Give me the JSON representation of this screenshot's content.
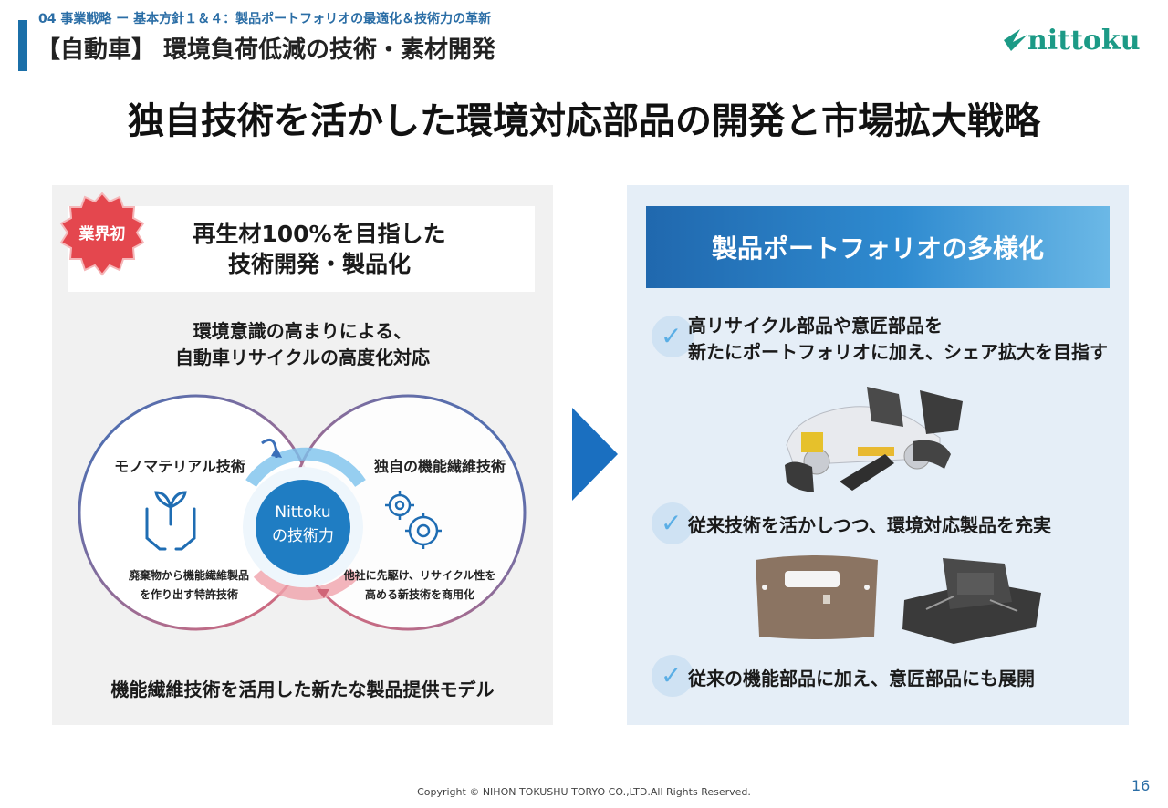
{
  "header": {
    "breadcrumb": "04 事業戦略 ー 基本方針１＆４：製品ポートフォリオの最適化＆技術力の革新",
    "section_title": "【自動車】 環境負荷低減の技術・素材開発",
    "logo_text": "nittoku",
    "headline": "独自技術を活かした環境対応部品の開発と市場拡大戦略"
  },
  "left_panel": {
    "badge": "業界初",
    "title_line1": "再生材100%を目指した",
    "title_line2": "技術開発・製品化",
    "awareness_line1": "環境意識の高まりによる、",
    "awareness_line2": "自動車リサイクルの高度化対応",
    "venn_left_title": "モノマテリアル技術",
    "venn_left_icon": "plant-in-hands-icon",
    "venn_left_desc1": "廃棄物から機能繊維製品",
    "venn_left_desc2": "を作り出す特許技術",
    "venn_right_title": "独自の機能繊維技術",
    "venn_right_icon": "gears-icon",
    "venn_right_desc1": "他社に先駆け、リサイクル性を",
    "venn_right_desc2": "高める新技術を商用化",
    "center_line1": "Nittoku",
    "center_line2": "の技術力",
    "model_text": "機能繊維技術を活用した新たな製品提供モデル"
  },
  "right_panel": {
    "header": "製品ポートフォリオの多様化",
    "bullet1_line1": "高リサイクル部品や意匠部品を",
    "bullet1_line2": "新たにポートフォリオに加え、シェア拡大を目指す",
    "bullet2": "従来技術を活かしつつ、環境対応製品を充実",
    "bullet3": "従来の機能部品に加え、意匠部品にも展開"
  },
  "footer": {
    "copyright": "Copyright © NIHON TOKUSHU TORYO CO.,LTD.All Rights Reserved.",
    "page_number": "16"
  },
  "colors": {
    "accent_blue": "#1b6fa8",
    "badge_red": "#e4474e",
    "logo_teal": "#1c9a86",
    "center_circle": "#1f7dc3",
    "right_panel_bg": "#e5eef7"
  }
}
